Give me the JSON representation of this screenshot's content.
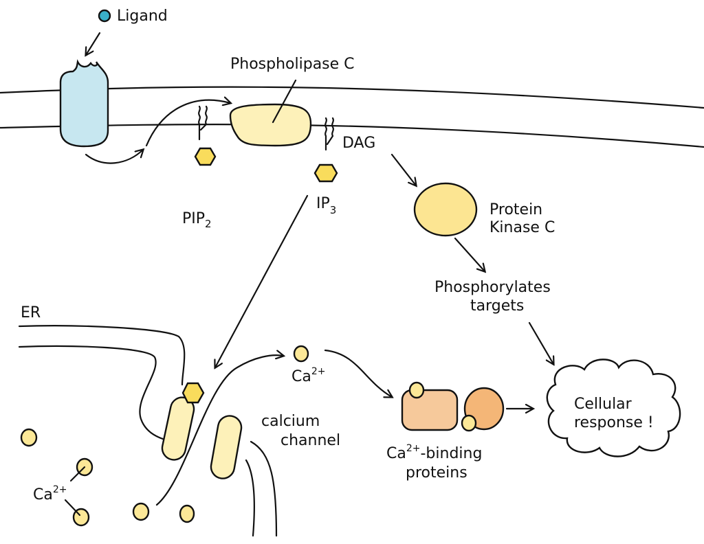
{
  "labels": {
    "ligand": "Ligand",
    "phospholipase_c": "Phospholipase C",
    "dag": "DAG",
    "pip2": "PIP",
    "pip2_sub": "2",
    "ip3": "IP",
    "ip3_sub": "3",
    "pkc_line1": "Protein",
    "pkc_line2": "Kinase C",
    "phos_line1": "Phosphorylates",
    "phos_line2": "targets",
    "er": "ER",
    "ca_top": "Ca",
    "ca_sup": "2+",
    "ca_left": "Ca",
    "channel_line1": "calcium",
    "channel_line2": "channel",
    "binding_line1": "Ca",
    "binding_line1_rest": "-binding",
    "binding_line2": "proteins",
    "response_line1": "Cellular",
    "response_line2": "response !"
  },
  "colors": {
    "ligand": "#3ab0c9",
    "receptor": "#c7e7f0",
    "plc": "#fdf1b9",
    "hexagon": "#f9dc5c",
    "pkc": "#fce592",
    "calcium": "#fce897",
    "channel": "#fdf1b9",
    "binding_left": "#f6c99b",
    "binding_right": "#f4b677"
  }
}
